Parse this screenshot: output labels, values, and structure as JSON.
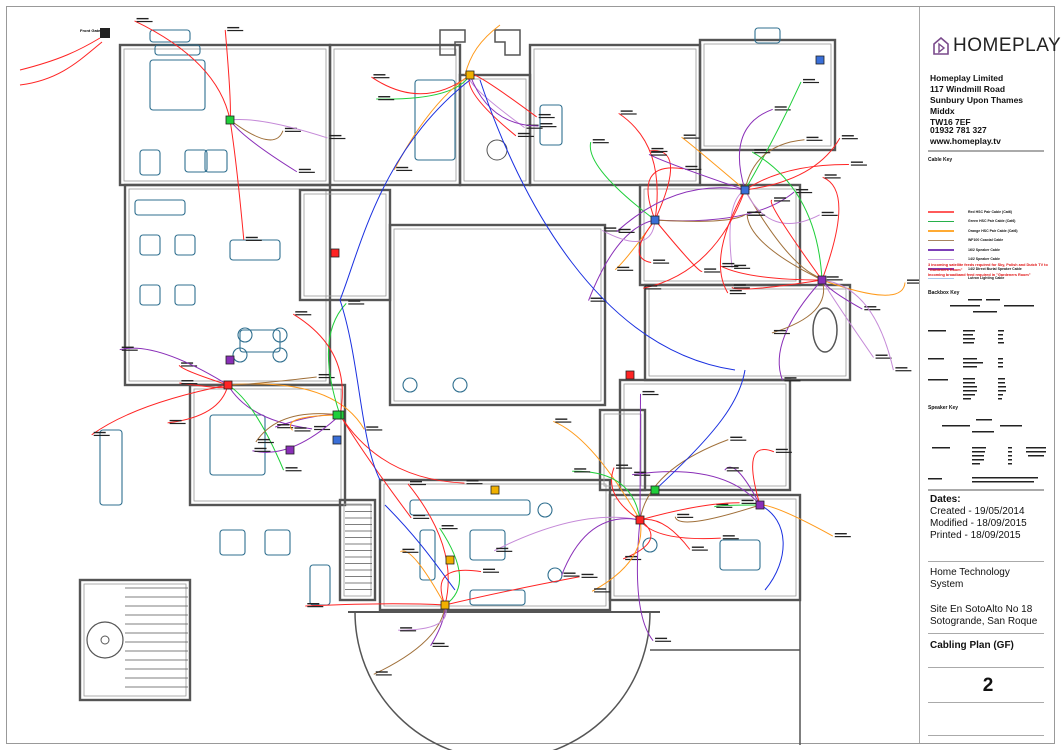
{
  "drawing": {
    "labels": {
      "front_gate": "Front Gate"
    },
    "colors": {
      "wall": "#555555",
      "furniture": "#2f6f8f",
      "red": "#ff2424",
      "green": "#1fcf3a",
      "orange": "#ff9a1a",
      "brown": "#a0703a",
      "purple": "#8a2fb8",
      "light_purple": "#c58ad8",
      "blue": "#1a30e0"
    }
  },
  "title_block": {
    "logo_text": "HOMEPLAY",
    "company": "Homeplay Limited",
    "address": [
      "117 Windmill Road",
      "Sunbury Upon Thames",
      "Middx",
      "TW16 7EF"
    ],
    "phone": "01932 781 327",
    "website": "www.homeplay.tv",
    "cable_key": {
      "title": "Cable Key",
      "items": [
        {
          "label": "Red HSC Pair Cable (Cat6)",
          "color": "#ff5a5a"
        },
        {
          "label": "Green HSC Pair Cable (Cat6)",
          "color": "#27b04a"
        },
        {
          "label": "Orange HSC Pair Cable (Cat6)",
          "color": "#ffaa33"
        },
        {
          "label": "WF100 Coaxial Cable",
          "color": "#a88560"
        },
        {
          "label": "16/2 Speaker Cable",
          "color": "#7d3fb8"
        },
        {
          "label": "14/2 Speaker Cable",
          "color": "#c9a0e0"
        },
        {
          "label": "14/2 Direct Burial Speaker Cable",
          "color": "#7d3fb8"
        },
        {
          "label": "Lutron Lighting Cable",
          "color": "#a8c8ec"
        }
      ]
    },
    "notes": [
      "3 incoming satellite feeds required for Sky, Polish and Dutch TV to \"Gardeners Room\"",
      "Incoming broadband feed required in \"Gardeners Room\""
    ],
    "backbox_key_title": "Backbox Key",
    "speaker_key_title": "Speaker Key",
    "dates": {
      "title": "Dates:",
      "created": "Created - 19/05/2014",
      "modified": "Modified - 18/09/2015",
      "printed": "Printed - 18/09/2015"
    },
    "project": [
      "Home Technology",
      "System"
    ],
    "site": [
      "Site En SotoAlto No 18",
      "Sotogrande, San Roque"
    ],
    "plan_title": "Cabling Plan (GF)",
    "sheet_number": "2"
  }
}
